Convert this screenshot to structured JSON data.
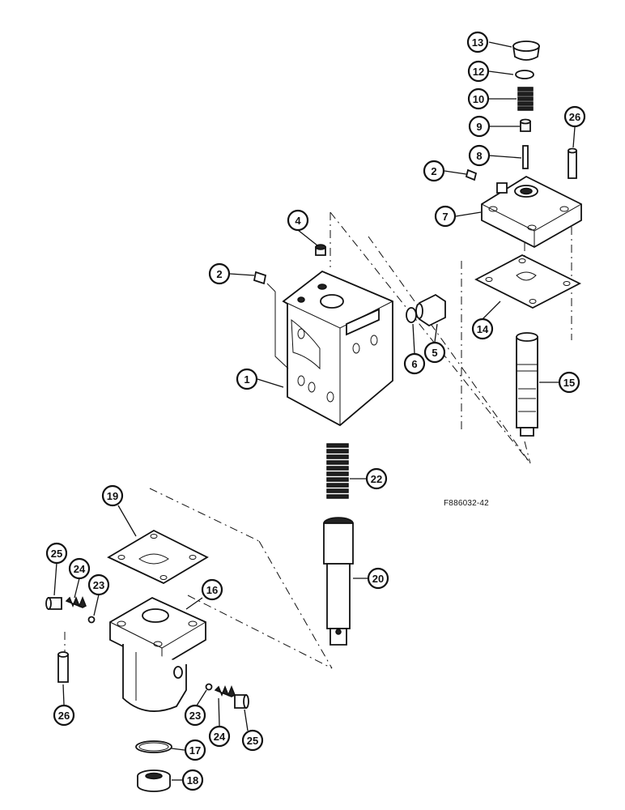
{
  "figure_code": "F886032-42",
  "callouts": {
    "c13": "13",
    "c12": "12",
    "c10": "10",
    "c9": "9",
    "c8": "8",
    "c26a": "26",
    "c2a": "2",
    "c7": "7",
    "c4": "4",
    "c2b": "2",
    "c14": "14",
    "c5": "5",
    "c6": "6",
    "c1": "1",
    "c15": "15",
    "c22": "22",
    "c19": "19",
    "c20": "20",
    "c25a": "25",
    "c24a": "24",
    "c23a": "23",
    "c16": "16",
    "c26b": "26",
    "c23b": "23",
    "c24b": "24",
    "c25b": "25",
    "c17": "17",
    "c18": "18"
  }
}
